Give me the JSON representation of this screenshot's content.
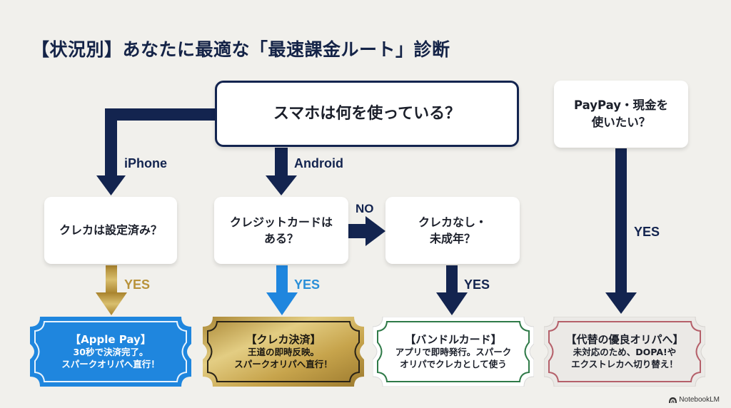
{
  "title": "【状況別】あなたに最適な「最速課金ルート」診断",
  "nodes": {
    "main_question": "スマホは何を使っている？",
    "paypay_question": [
      "PayPay・現金を",
      "使いたい？"
    ],
    "iphone_question": "クレカは設定済み？",
    "android_question": [
      "クレジットカードは",
      "ある？"
    ],
    "nocard_question": [
      "クレカなし・",
      "未成年？"
    ]
  },
  "edge_labels": {
    "iphone": "iPhone",
    "android": "Android",
    "no": "NO",
    "yes_gold": "YES",
    "yes_blue": "YES",
    "yes_navy": "YES",
    "yes_paypay": "YES"
  },
  "results": [
    {
      "title": "【Apple Pay】",
      "lines": [
        "30秒で決済完了。",
        "スパークオリパへ直行！"
      ],
      "fill": "#1f86de",
      "border": "#ffffff",
      "text_color": "#ffffff"
    },
    {
      "title": "【クレカ決済】",
      "lines": [
        "王道の即時反映。",
        "スパークオリパへ直行！"
      ],
      "fill": "#c9a94e",
      "border": "#2a2418",
      "text_color": "#1a1710"
    },
    {
      "title": "【バンドルカード】",
      "lines": [
        "アプリで即時発行。スパーク",
        "オリパでクレカとして使う"
      ],
      "fill": "#ffffff",
      "border": "#2f7a48",
      "text_color": "#1b1f2a"
    },
    {
      "title": "【代替の優良オリパへ】",
      "lines": [
        "未対応のため、DOPA!や",
        "エクストレカへ切り替え！"
      ],
      "fill": "#ebe9e6",
      "border": "#b5606a",
      "text_color": "#1b1f2a"
    }
  ],
  "colors": {
    "navy": "#13244f",
    "gold": "#c19a3c",
    "blue": "#1f86de",
    "background": "#f1f0ec"
  },
  "brand": "NotebookLM"
}
